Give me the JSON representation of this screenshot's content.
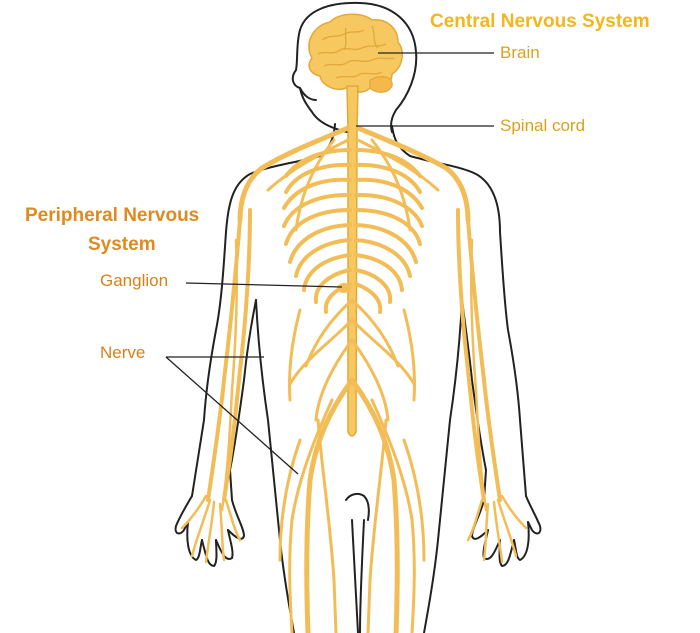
{
  "colors": {
    "cns_heading": "#f3b71c",
    "cns_label": "#d9a21a",
    "pns_heading": "#e08a1e",
    "pns_label": "#d9801b",
    "nerve_fill": "#f7c85f",
    "nerve_stroke": "#e2a83a",
    "outline": "#222222",
    "leader_line": "#222222",
    "background": "#ffffff"
  },
  "cns": {
    "heading": "Central Nervous System",
    "brain_label": "Brain",
    "spinal_cord_label": "Spinal cord"
  },
  "pns": {
    "heading_line1": "Peripheral Nervous",
    "heading_line2": "System",
    "ganglion_label": "Ganglion",
    "nerve_label": "Nerve"
  },
  "icons": [
    "brain-icon",
    "spinal-cord-icon",
    "nerve-network-icon",
    "body-outline-icon"
  ]
}
